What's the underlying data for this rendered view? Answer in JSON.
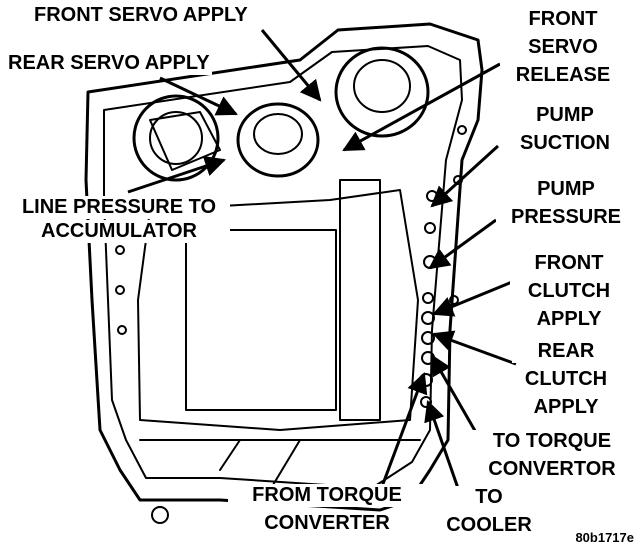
{
  "labels": {
    "front_servo_apply": "FRONT SERVO APPLY",
    "rear_servo_apply": "REAR SERVO APPLY",
    "line_pressure_l1": "LINE PRESSURE TO",
    "line_pressure_l2": "ACCUMULATOR",
    "front_servo_release_l1": "FRONT",
    "front_servo_release_l2": "SERVO",
    "front_servo_release_l3": "RELEASE",
    "pump_suction_l1": "PUMP",
    "pump_suction_l2": "SUCTION",
    "pump_pressure_l1": "PUMP",
    "pump_pressure_l2": "PRESSURE",
    "front_clutch_l1": "FRONT",
    "front_clutch_l2": "CLUTCH",
    "front_clutch_l3": "APPLY",
    "rear_clutch_l1": "REAR",
    "rear_clutch_l2": "CLUTCH",
    "rear_clutch_l3": "APPLY",
    "to_torque_l1": "TO TORQUE",
    "to_torque_l2": "CONVERTOR",
    "from_torque_l1": "FROM TORQUE",
    "from_torque_l2": "CONVERTER",
    "to_cooler_l1": "TO",
    "to_cooler_l2": "COOLER"
  },
  "figure_code": "80b1717e",
  "colors": {
    "ink": "#000000",
    "paper": "#ffffff"
  }
}
